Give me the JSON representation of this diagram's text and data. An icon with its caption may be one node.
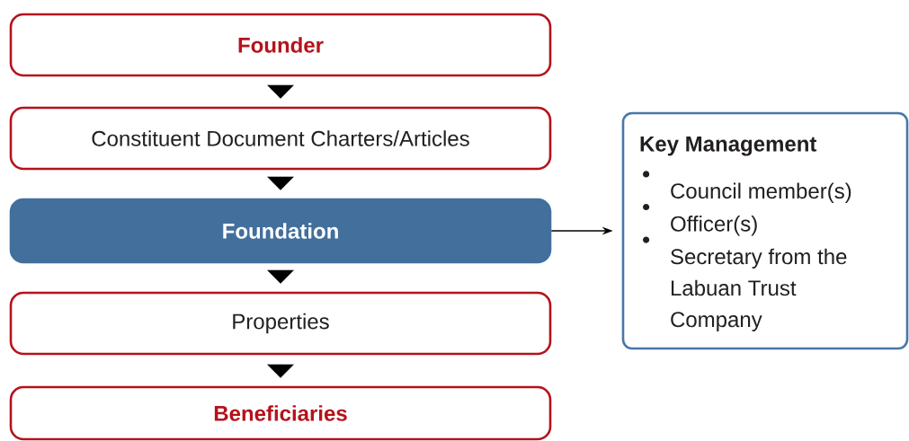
{
  "diagram": {
    "nodes": [
      {
        "text": [
          "Founder"
        ]
      },
      {
        "text": [
          "Constituent Document Charters/Articles"
        ]
      },
      {
        "text": [
          "Foundation"
        ]
      },
      {
        "text": [
          "Properties"
        ]
      },
      {
        "text": [
          "Beneficiaries"
        ]
      },
      {
        "text": [
          "Key Management",
          "Council member(s)",
          "Officer(s)",
          "Secretary from the Labuan Trust Company"
        ]
      }
    ],
    "edges": [
      {
        "from": 0,
        "to": 1,
        "arrow": "to"
      },
      {
        "from": 1,
        "to": 2,
        "arrow": "to"
      },
      {
        "from": 2,
        "to": 3,
        "arrow": "to"
      },
      {
        "from": 3,
        "to": 4,
        "arrow": "to"
      },
      {
        "from": 2,
        "to": 5,
        "arrow": "to"
      }
    ]
  }
}
